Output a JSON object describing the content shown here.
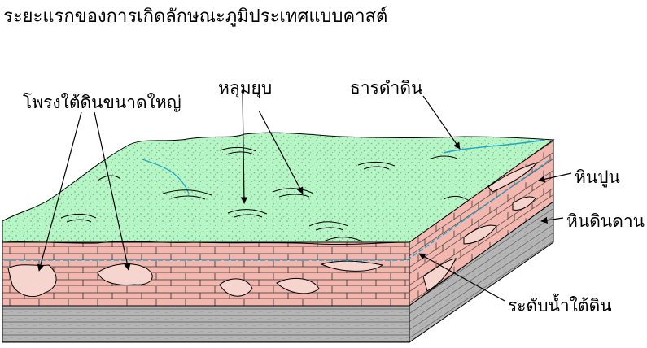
{
  "title": "ระยะแรกของการเกิดลักษณะภูมิประเทศแบบคาสต์",
  "labels": {
    "caves": "โพรงใต้ดินขนาดใหญ่",
    "sinkholes": "หลุมยุบ",
    "underground_stream": "ธารดำดิน",
    "limestone": "หินปูน",
    "shale": "หินดินดาน",
    "water_table": "ระดับน้ำใต้ดิน"
  },
  "colors": {
    "surface": "#b8f5c6",
    "surface_dots": "#6fbf86",
    "limestone": "#f2b7ae",
    "brick_lines": "#333333",
    "shale": "#b5b5b5",
    "stream": "#1ca6c9"
  }
}
